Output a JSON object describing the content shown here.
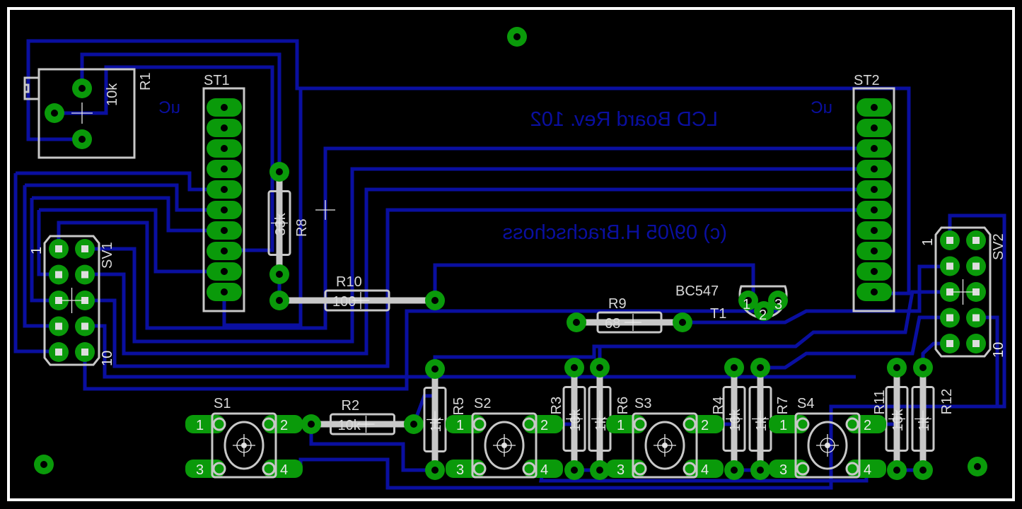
{
  "board": {
    "title_text": "LCD Board Rev. 102",
    "copyright_text": "(c) 09/05 H.Brachschoss",
    "uc_label_left": "uC",
    "uc_label_right": "uC",
    "colors": {
      "background": "#000000",
      "trace": "#0a0fa0",
      "pad": "#0a9a0a",
      "silkscreen": "#c8c8c8",
      "outline": "#ffffff"
    }
  },
  "components": {
    "R1": {
      "name": "R1",
      "value": "10k"
    },
    "ST1": {
      "name": "ST1"
    },
    "ST2": {
      "name": "ST2"
    },
    "SV1": {
      "name": "SV1",
      "pin_first": "1",
      "pin_last": "10"
    },
    "SV2": {
      "name": "SV2",
      "pin_first": "1",
      "pin_last": "10"
    },
    "R8": {
      "name": "R8",
      "value": "33k"
    },
    "R10": {
      "name": "R10",
      "value": "100"
    },
    "R9": {
      "name": "R9",
      "value": "68"
    },
    "T1": {
      "name": "T1",
      "value": "BC547",
      "pins": [
        "1",
        "2",
        "3"
      ]
    },
    "R2": {
      "name": "R2",
      "value": "10k"
    },
    "R5": {
      "name": "R5",
      "value": "1k"
    },
    "R3": {
      "name": "R3",
      "value": "10k"
    },
    "R6": {
      "name": "R6",
      "value": "1k"
    },
    "R4": {
      "name": "R4",
      "value": "10k"
    },
    "R7": {
      "name": "R7",
      "value": "1k"
    },
    "R11": {
      "name": "R11",
      "value": "10k"
    },
    "R12": {
      "name": "R12",
      "value": "1k"
    },
    "S1": {
      "name": "S1",
      "pins": [
        "1",
        "2",
        "3",
        "4"
      ]
    },
    "S2": {
      "name": "S2",
      "pins": [
        "1",
        "2",
        "3",
        "4"
      ]
    },
    "S3": {
      "name": "S3",
      "pins": [
        "1",
        "2",
        "3",
        "4"
      ]
    },
    "S4": {
      "name": "S4",
      "pins": [
        "1",
        "2",
        "3",
        "4"
      ]
    }
  }
}
